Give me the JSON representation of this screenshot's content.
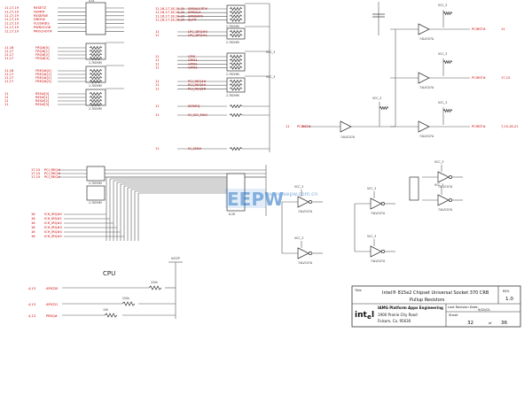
{
  "left_signals_top": [
    "11,17,19",
    "11,17,19",
    "11,17,19",
    "11,17,19",
    "11,17,19",
    "11,17,19",
    "11,17,19"
  ],
  "left_nets_top": [
    "RESETZ",
    "FERR#",
    "RESERVE",
    "DRDY#",
    "FLUSHDIS",
    "PWRGOOD",
    "PROCHOT#"
  ],
  "groupA_refs": [
    "11,16",
    "11,17",
    "11,17",
    "11,17"
  ],
  "groupA_nets": [
    "FRQ#[0]",
    "FRQ#[1]",
    "FRQ#[2]",
    "FRQ#[3]"
  ],
  "groupB_refs": [
    "11,16",
    "11,17",
    "11,17",
    "11,17"
  ],
  "groupB_nets": [
    "FREQ#[0]",
    "FREQ#[1]",
    "FREQ#[2]",
    "FREQ#[3]"
  ],
  "groupC_refs": [
    "11",
    "11",
    "11",
    "11"
  ],
  "groupC_nets": [
    "RES#[0]",
    "RES#[1]",
    "RES#[2]",
    "RES#[3]"
  ],
  "rpack_value": "2.7KOHM",
  "mid_top_refs": [
    "11,16,17,18,19,20",
    "11,16,17,18,19,20",
    "11,16,17,18,19,20",
    "11,16,17,18,19,20"
  ],
  "mid_top_nets": [
    "SMBALERT#",
    "SMBCLK",
    "SMBDATA",
    "SLP#"
  ],
  "mid_lpc_nets": [
    "LPC_DRQ#0",
    "LPC_DRQ#1"
  ],
  "mid_gpio_nets": [
    "GPI0",
    "GPI01",
    "GPI02",
    "GPI03"
  ],
  "mid_vcc_nets": [
    "PCI_REQ4#",
    "PCI_REQ5#",
    "PCI_REQ6#"
  ],
  "mid_misc_nets": [
    "SERIRQ",
    "IO_SIO_MUX",
    "IO_SMI#"
  ],
  "mid_right_label": "VCC_3",
  "cluster_refs": [
    "17,15",
    "17,15",
    "17,15"
  ],
  "cluster_nets": [
    "PCI_REQ#",
    "PCI_REQ#",
    "PCI_REQ#"
  ],
  "ich_nets": [
    "ICH_IRQ#0",
    "ICH_IRQ#1",
    "ICH_IRQ#2",
    "ICH_IRQ#3",
    "ICH_IRQ#4",
    "ICH_IRQ#5"
  ],
  "ich_refs": [
    "16",
    "16",
    "16",
    "16",
    "16",
    "16"
  ],
  "res_value": "8.2K",
  "right_vcc": "VCC_3",
  "right_nets": [
    "PCIRST#",
    "PCIRST#",
    "PCIRST#"
  ],
  "right_ports": [
    "11",
    "17,15",
    "7,15,16,21"
  ],
  "right_ic": "74LVC07A",
  "watermark": {
    "brand": "EEPW",
    "site": "www.eepw.com.cn"
  },
  "cpu": {
    "label": "CPU",
    "vcc": "VCCP",
    "signals": [
      "APICD0",
      "APICD1",
      "PREQ#"
    ],
    "refs": [
      "4,13",
      "4,13",
      "4,13"
    ],
    "r1": "220k",
    "r2": "220k",
    "r3": "150"
  },
  "title_block": {
    "title_label": "Title",
    "title_line1": "Intel® 815e2 Chipset Universal Socket 370 CRB",
    "title_line2": "Pullup Resistors",
    "rev_label": "REV.",
    "rev": "1.0",
    "company": "IAMG Platform Apps Engineering",
    "address1": "1900 Prairie City Road",
    "address2": "Folsom, Ca. 95630",
    "last_rev_label": "Last Revision Date:",
    "date": "9/02/01",
    "sheet_label": "Sheet",
    "sheet": "32",
    "of_label": "of",
    "total": "36",
    "logo_text": "int",
    "logo_sub": "e",
    "logo_end": "l"
  }
}
